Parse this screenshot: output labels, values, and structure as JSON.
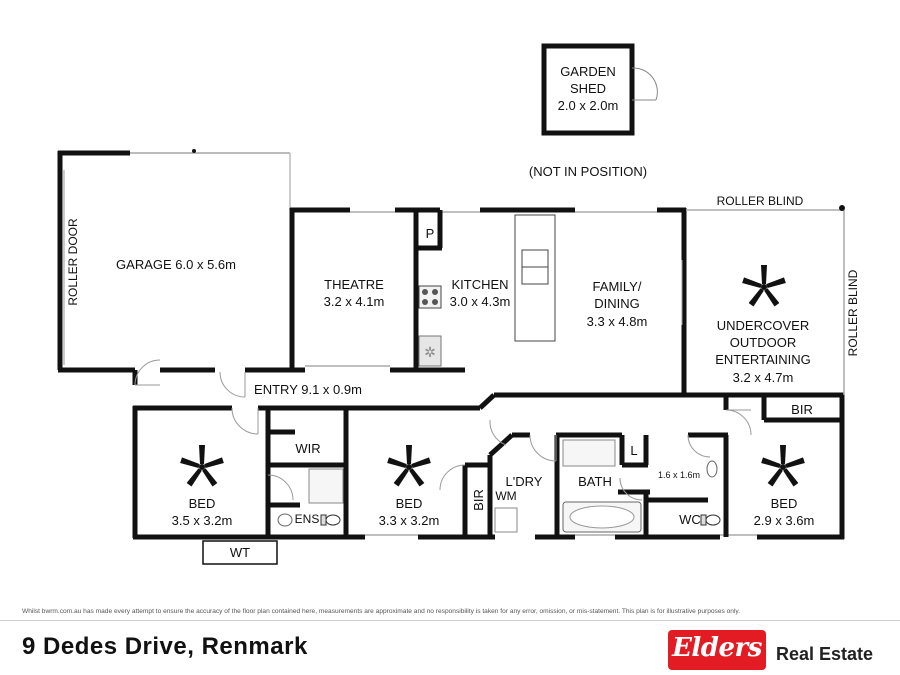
{
  "rooms": {
    "garden_shed": {
      "name_line1": "GARDEN",
      "name_line2": "SHED",
      "size": "2.0 x 2.0m"
    },
    "shed_note": "(NOT IN POSITION)",
    "garage": {
      "name": "GARAGE 6.0 x 5.6m"
    },
    "theatre": {
      "name": "THEATRE",
      "size": "3.2 x 4.1m"
    },
    "kitchen": {
      "name": "KITCHEN",
      "size": "3.0 x 4.3m"
    },
    "family": {
      "name_line1": "FAMILY/",
      "name_line2": "DINING",
      "size": "3.3 x 4.8m"
    },
    "undercover": {
      "line1": "UNDERCOVER",
      "line2": "OUTDOOR",
      "line3": "ENTERTAINING",
      "size": "3.2 x 4.7m"
    },
    "entry": {
      "name": "ENTRY 9.1 x 0.9m"
    },
    "bed1": {
      "name": "BED",
      "size": "3.5 x 3.2m"
    },
    "bed2": {
      "name": "BED",
      "size": "3.3 x 3.2m"
    },
    "bed3": {
      "name": "BED",
      "size": "2.9 x 3.6m"
    },
    "wir": "WIR",
    "ens": "ENS",
    "wt": "WT",
    "bir1": "BIR",
    "bir2": "BIR",
    "laundry": "L'DRY",
    "wm": "WM",
    "bath": "BATH",
    "linen": "L",
    "wc": "WC",
    "small_room": "1.6 x 1.6m",
    "pantry": "P"
  },
  "annotations": {
    "roller_door": "ROLLER DOOR",
    "roller_blind_top": "ROLLER BLIND",
    "roller_blind_side": "ROLLER BLIND"
  },
  "footer": {
    "disclaimer": "Whilst bwrm.com.au has made every attempt to ensure the accuracy of the floor plan contained here, measurements are approximate and no responsibility is taken for any error, omission, or mis-statement. This plan is for illustrative purposes only.",
    "address": "9 Dedes Drive, Renmark",
    "brand_name": "Elders",
    "brand_suffix": "Real Estate"
  },
  "colors": {
    "wall": "#111111",
    "brand_red": "#e31b23"
  },
  "icons": [
    "ceiling-fan-icon",
    "cooktop-icon",
    "sink-icon",
    "bath-icon",
    "toilet-icon",
    "shower-icon"
  ]
}
